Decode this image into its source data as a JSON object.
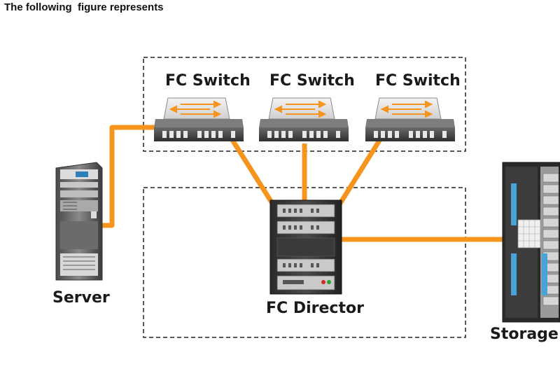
{
  "question": {
    "text": "The following  figure represents"
  },
  "diagram": {
    "switches": [
      {
        "label": "FC Switch"
      },
      {
        "label": "FC Switch"
      },
      {
        "label": "FC Switch"
      }
    ],
    "server": {
      "label": "Server"
    },
    "director": {
      "label": "FC Director"
    },
    "storage": {
      "label": "Storage"
    },
    "link_color": "#f7941d",
    "switch_arrow_color": "#f7941d",
    "icons": [
      "fc-switch-icon",
      "server-tower-icon",
      "fc-director-rack-icon",
      "storage-array-icon"
    ]
  }
}
